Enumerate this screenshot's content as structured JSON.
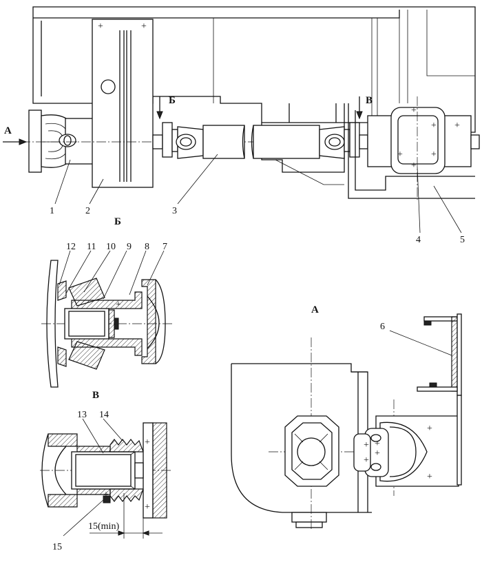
{
  "callouts": {
    "n1": "1",
    "n2": "2",
    "n3": "3",
    "n4": "4",
    "n5": "5",
    "n6": "6",
    "n7": "7",
    "n8": "8",
    "n9": "9",
    "n10": "10",
    "n11": "11",
    "n12": "12",
    "n13": "13",
    "n14": "14",
    "n15": "15"
  },
  "views": {
    "arrow_a": "А",
    "arrow_b": "Б",
    "arrow_v": "В",
    "title_b": "Б",
    "title_v": "В",
    "title_a": "А"
  },
  "dimension": "15(min)"
}
